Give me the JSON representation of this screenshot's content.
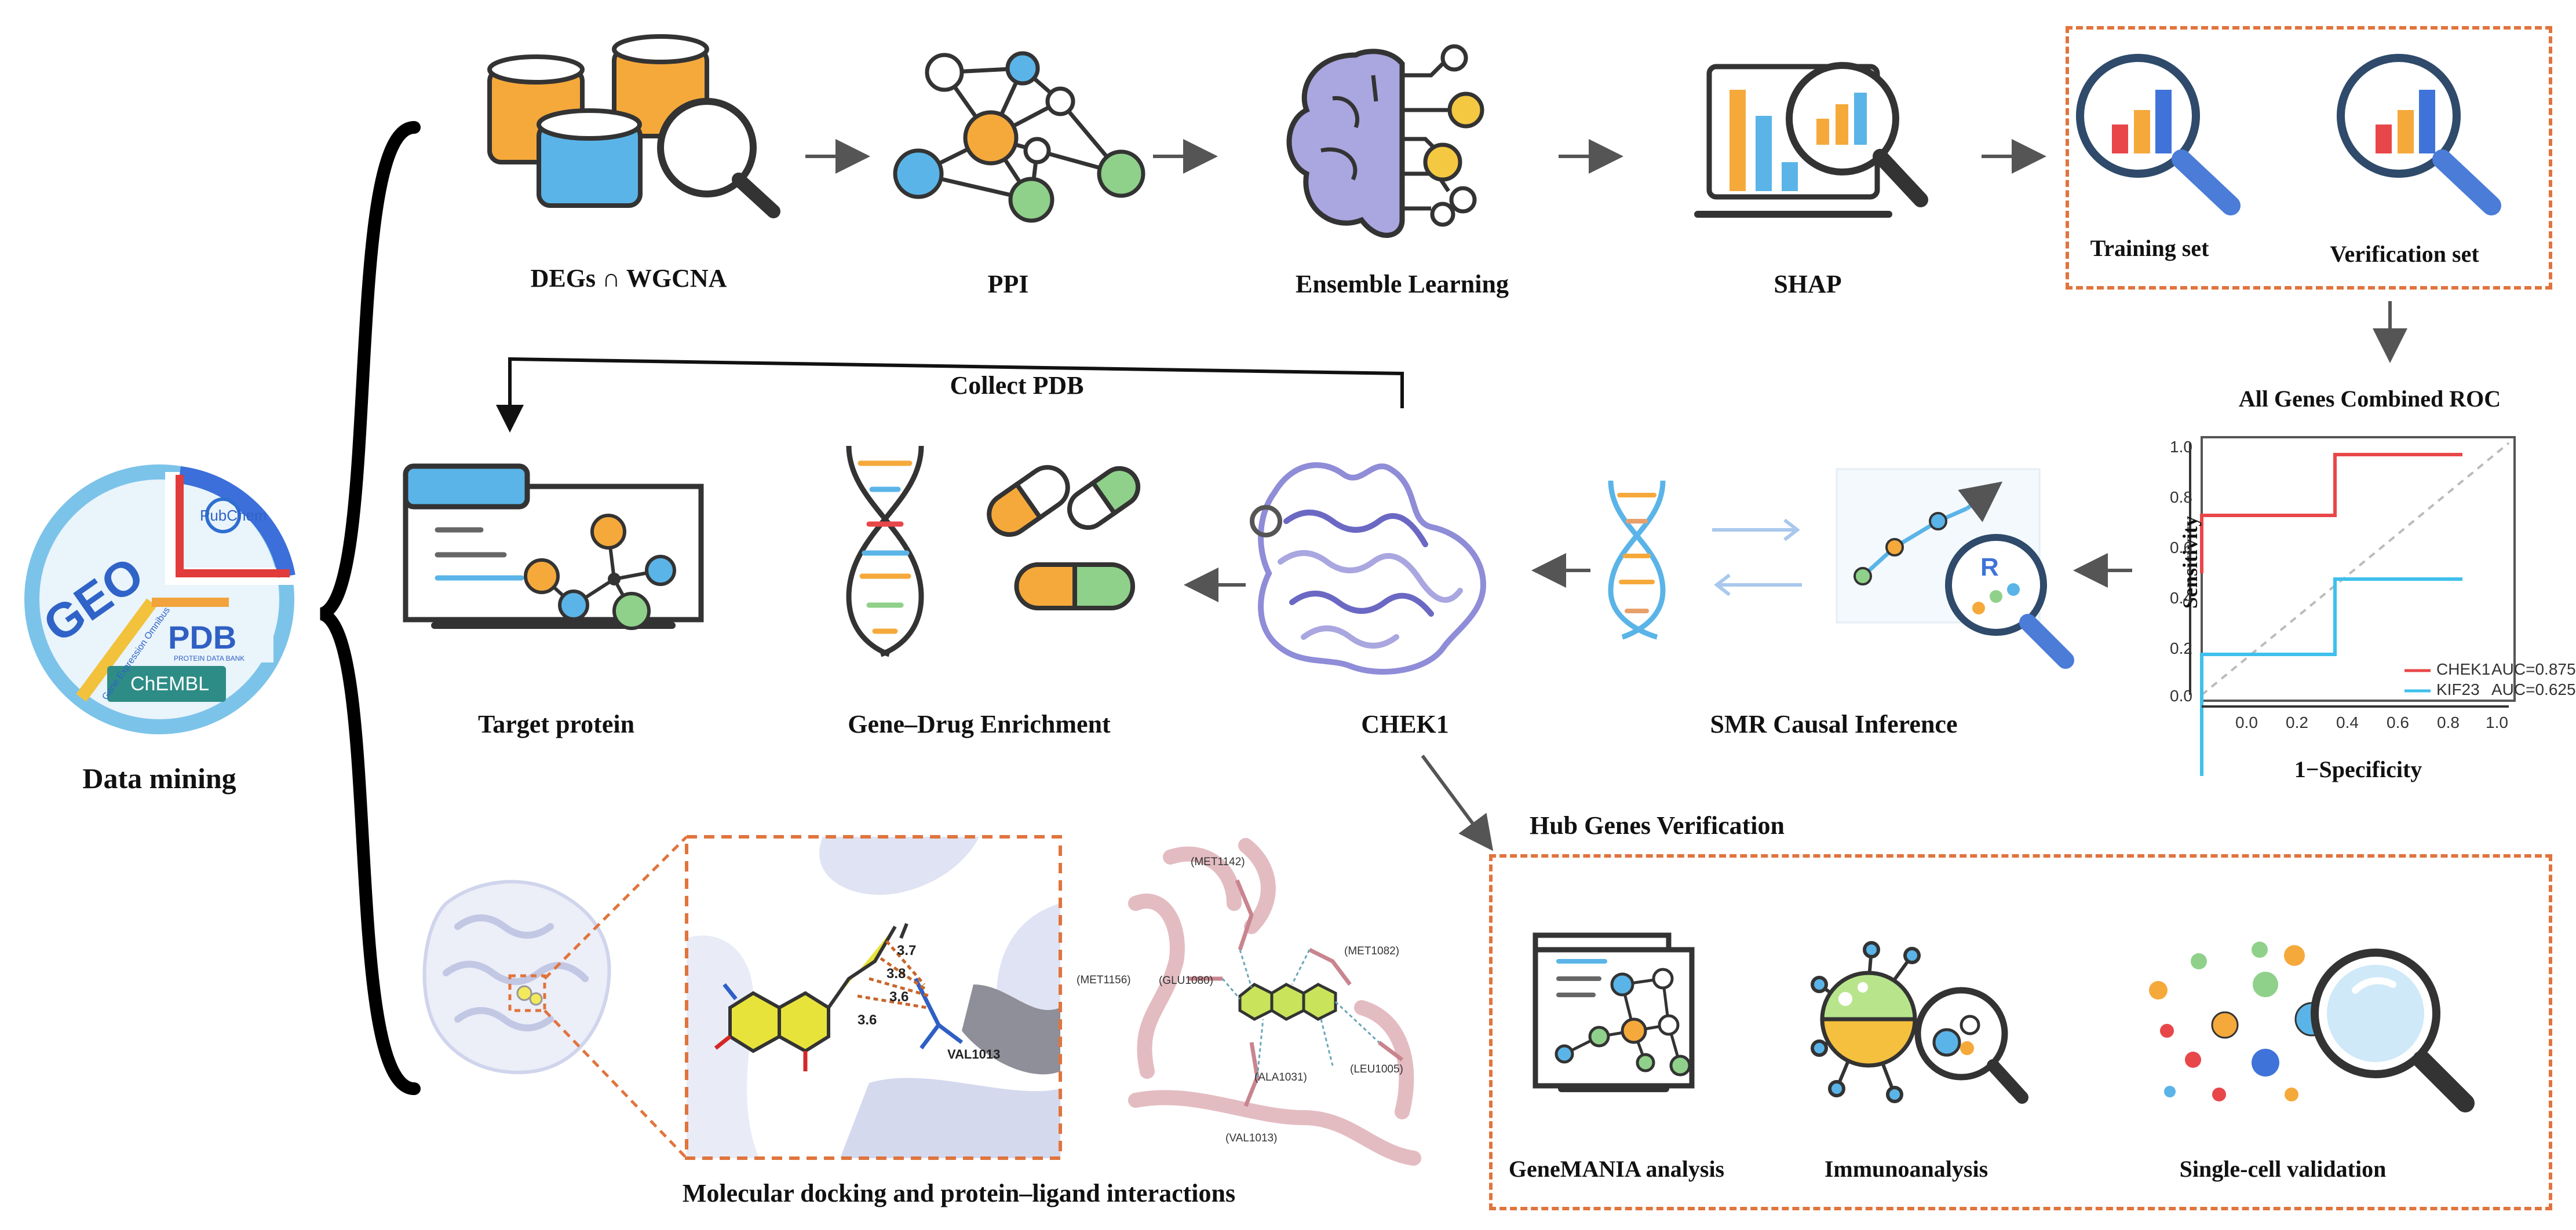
{
  "data_mining": {
    "label": "Data mining",
    "logos": {
      "geo": "GEO",
      "geo_sub": "Gene Expression Omnibus",
      "pubchem": "PubChem",
      "pdb": "PDB",
      "pdb_sub": "PROTEIN DATA BANK",
      "chembl": "ChEMBL"
    }
  },
  "row1": {
    "degs": "DEGs ∩ WGCNA",
    "ppi": "PPI",
    "ensemble": "Ensemble Learning",
    "shap": "SHAP",
    "training": "Training set",
    "verification": "Verification set"
  },
  "roc": {
    "title": "All Genes Combined ROC",
    "xlabel": "1−Specificity",
    "ylabel": "Sensitivity",
    "ticks": [
      "0.0",
      "0.2",
      "0.4",
      "0.6",
      "0.8",
      "1.0"
    ],
    "legend": [
      {
        "name": "CHEK1",
        "auc": "AUC=0.875",
        "color": "#e8474a"
      },
      {
        "name": "KIF23",
        "auc": "AUC=0.625",
        "color": "#3fc0ec"
      }
    ]
  },
  "row2": {
    "collect_pdb": "Collect PDB",
    "target": "Target protein",
    "gene_drug": "Gene–Drug Enrichment",
    "chek1": "CHEK1",
    "smr": "SMR Causal Inference",
    "r_label": "R"
  },
  "row3": {
    "docking": "Molecular docking and protein–ligand interactions",
    "hub": "Hub Genes Verification",
    "genemania": "GeneMANIA analysis",
    "immuno": "Immunoanalysis",
    "single_cell": "Single-cell validation",
    "distances": [
      "3.7",
      "3.8",
      "3.6",
      "3.6"
    ],
    "residues_zoom": [
      "VAL1013"
    ],
    "residues": [
      "(MET1142)",
      "(MET1082)",
      "(MET1156)",
      "(GLU1080)",
      "(ALA1031)",
      "(LEU1005)",
      "(VAL1013)"
    ]
  },
  "colors": {
    "accent": "#e0743d",
    "orange": "#f5a93b",
    "blue": "#5ab4e8",
    "green": "#8fd18a",
    "purple": "#a9a6e0",
    "arrow": "#555555"
  }
}
